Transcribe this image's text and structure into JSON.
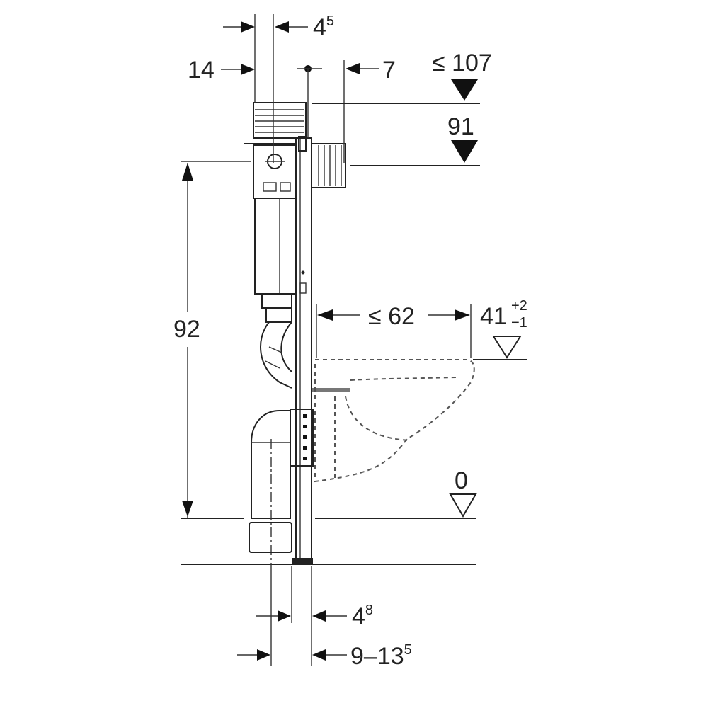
{
  "title": "Wall-hung WC installation frame dimensions",
  "dimensions": {
    "top_offset": {
      "base": "4",
      "sup": "5"
    },
    "frame_depth": "14",
    "axis_offset": "7",
    "max_height": "≤ 107",
    "height": "91",
    "frame_height": "92",
    "bowl_projection": "≤ 62",
    "seat_height": {
      "base": "41",
      "plus": "+2",
      "minus": "−1"
    },
    "floor_level": "0",
    "bottom_offset": {
      "base": "4",
      "sup": "8"
    },
    "wall_range": {
      "base": "9–13",
      "sup": "5"
    }
  },
  "colors": {
    "line": "#222222",
    "background": "#ffffff"
  }
}
